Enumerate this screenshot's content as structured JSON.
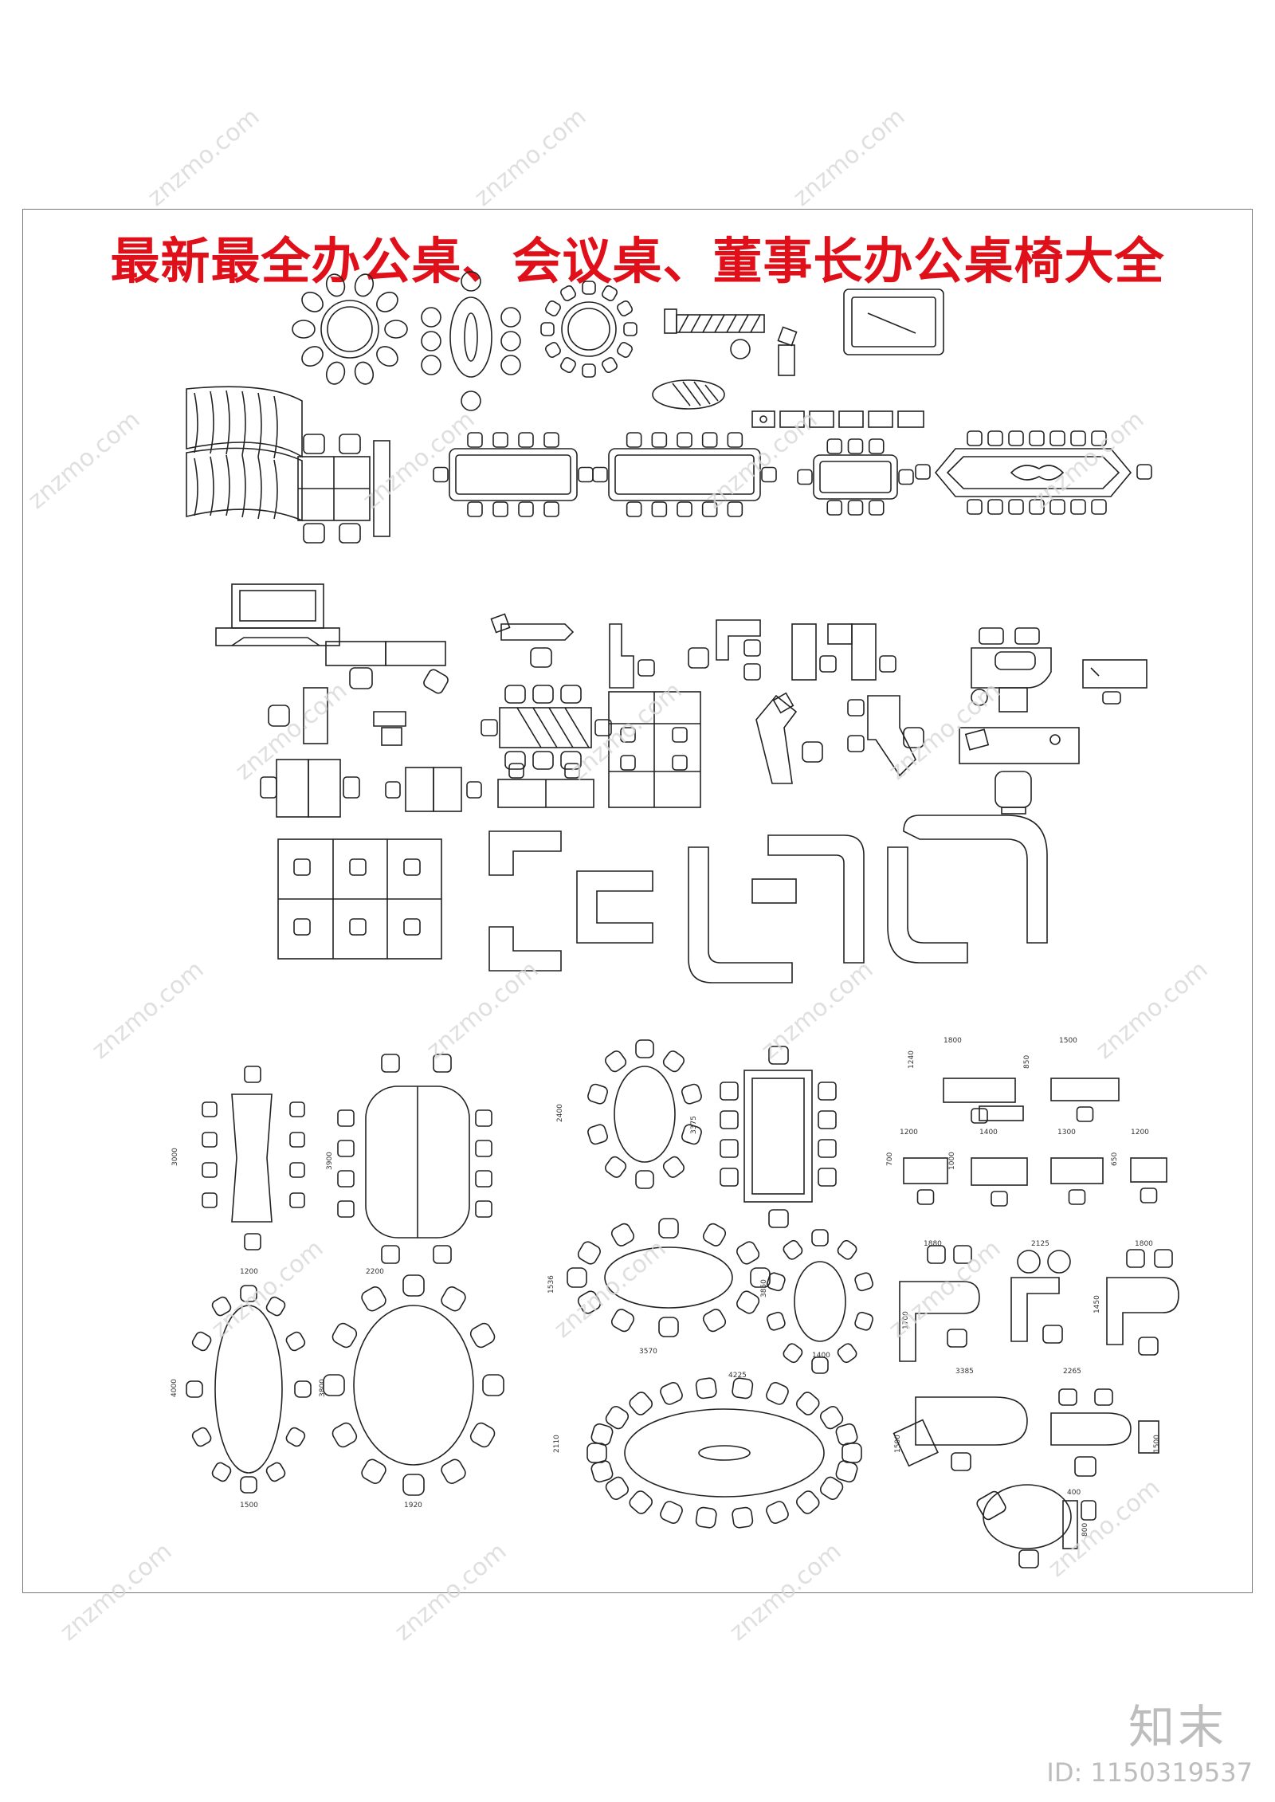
{
  "title": "最新最全办公桌、会议桌、董事长办公桌椅大全",
  "title_color": "#e0101a",
  "brand": "知末",
  "id_label": "ID: 1150319537",
  "watermark_text": "znzmo.com",
  "dimensions": {
    "d1800": "1800",
    "d1500": "1500",
    "d1240": "1240",
    "d850": "850",
    "d1200": "1200",
    "d1400": "1400",
    "d1300": "1300",
    "d700": "700",
    "d1000": "1000",
    "d650": "650",
    "d2400": "2400",
    "d3375": "3375",
    "d3000": "3000",
    "d3900": "3900",
    "d2200": "2200",
    "d1536": "1536",
    "d3570": "3570",
    "d3850": "3850",
    "d1880": "1880",
    "d2125": "2125",
    "d1700": "1700",
    "d1450": "1450",
    "d4000": "4000",
    "d3800": "3800",
    "d1920": "1920",
    "d2110": "2110",
    "d4225": "4225",
    "d3385": "3385",
    "d2265": "2265",
    "d400": "400",
    "d800": "800"
  }
}
